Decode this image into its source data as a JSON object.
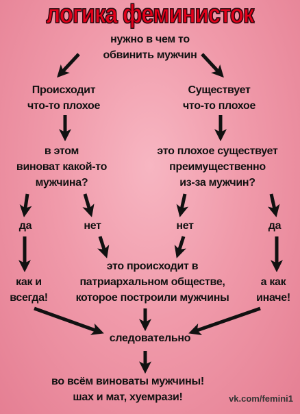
{
  "title": "логика феминисток",
  "nodes": {
    "start": "нужно в чем то\nобвинить мужчин",
    "left_q": "Происходит\nчто-то плохое",
    "right_q": "Существует\nчто-то плохое",
    "left_q2": "в этом\nвиноват какой-то\nмужчина?",
    "right_q2": "это плохое существует\nпреимущественно\nиз-за мужчин?",
    "yes_left": "да",
    "no_left": "нет",
    "no_right": "нет",
    "yes_right": "да",
    "patriarchy": "это происходит в\nпатриархальном обществе,\nкоторое построили мужчины",
    "as_always": "как и\nвсегда!",
    "how_else": "а как\nиначе!",
    "therefore": "следовательно",
    "conclusion": "во всём виноваты мужчины!\nшах и мат, хуемрази!"
  },
  "credit": "vk.com/femini1",
  "colors": {
    "title": "#e2001a",
    "text": "#111111",
    "arrow": "#111111"
  }
}
